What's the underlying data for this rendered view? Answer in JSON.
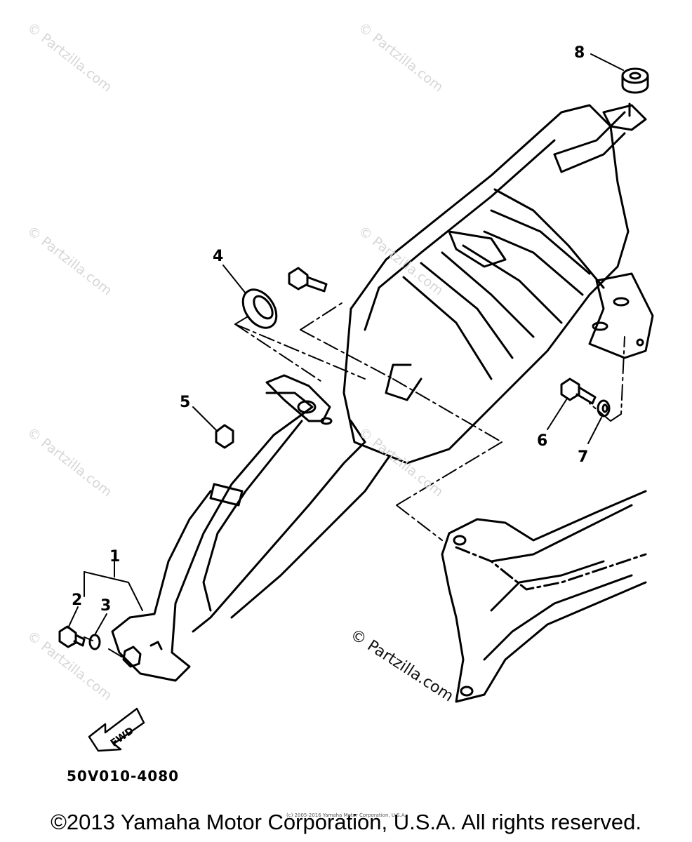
{
  "watermark_text": "© Partzilla.com",
  "watermark_center": "© Partzilla.com",
  "callouts": {
    "c1": "1",
    "c2": "2",
    "c3": "3",
    "c4": "4",
    "c5": "5",
    "c6": "6",
    "c7": "7",
    "c8": "8"
  },
  "fwd_label": "FWD",
  "part_code": "50V010-4080",
  "small_copyright": "(c) 2005-2016 Yamaha Motor Corporation, U.S.A.",
  "copyright": "©2013 Yamaha Motor Corporation, U.S.A. All rights reserved."
}
